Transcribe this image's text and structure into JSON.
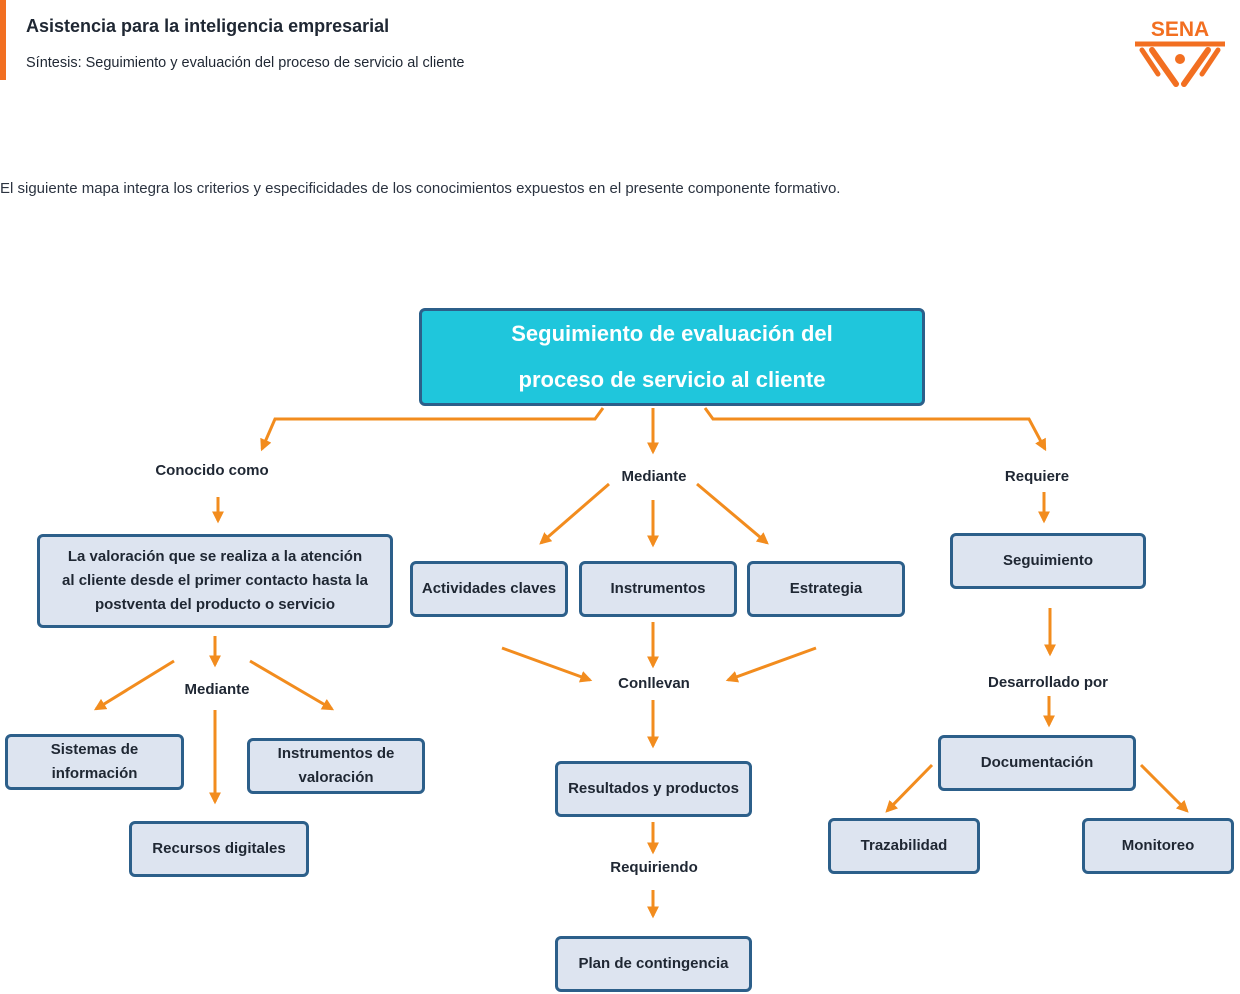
{
  "header": {
    "title": "Asistencia para la inteligencia empresarial",
    "subtitle": "Síntesis: Seguimiento y evaluación del proceso de servicio al cliente",
    "logo_text": "SENA"
  },
  "intro": "El siguiente mapa integra los criterios y especificidades de los conocimientos expuestos en el presente componente formativo.",
  "colors": {
    "accent": "#f26f21",
    "arrow": "#f28c1e",
    "main_node_fill": "#1fc6dc",
    "node_fill": "#dde4f0",
    "node_border": "#2c5f8a"
  },
  "map": {
    "main": {
      "line1": "Seguimiento  de evaluación del",
      "line2": "proceso de servicio al cliente"
    },
    "left": {
      "connector": "Conocido como",
      "definition": {
        "line1": "La valoración que se realiza a la atención",
        "line2": "al cliente desde el primer contacto hasta la",
        "line3": "postventa del producto o servicio"
      },
      "mediante": "Mediante",
      "sistemas": {
        "line1": "Sistemas de",
        "line2": "información"
      },
      "instrumentos_valoracion": {
        "line1": "Instrumentos de",
        "line2": "valoración"
      },
      "recursos": "Recursos digitales"
    },
    "center": {
      "connector": "Mediante",
      "actividades": "Actividades claves",
      "instrumentos": "Instrumentos",
      "estrategia": "Estrategia",
      "conllevan": "Conllevan",
      "resultados": "Resultados y productos",
      "requiriendo": "Requiriendo",
      "plan": "Plan de contingencia"
    },
    "right": {
      "connector": "Requiere",
      "seguimiento": "Seguimiento",
      "desarrollado": "Desarrollado por",
      "documentacion": "Documentación",
      "trazabilidad": "Trazabilidad",
      "monitoreo": "Monitoreo"
    }
  }
}
